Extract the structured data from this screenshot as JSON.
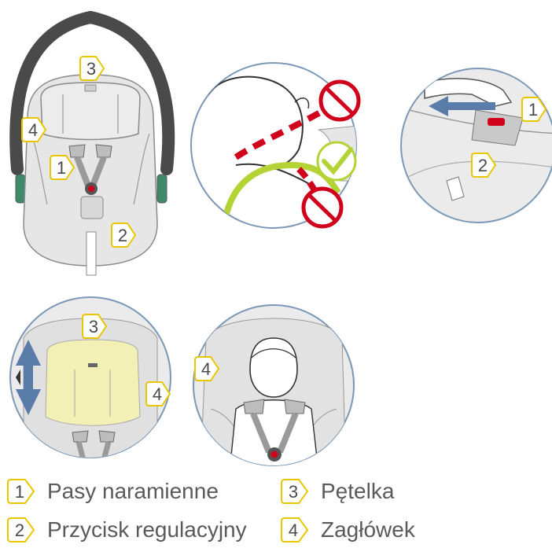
{
  "colors": {
    "outline": "#8a8a8a",
    "seat_fill": "#e6e6e6",
    "handle": "#4a4a4a",
    "badge_fill": "#ffffff",
    "badge_stroke": "#e9c700",
    "circle_stroke": "#7c98b8",
    "red": "#d0021b",
    "green": "#b4d334",
    "arrow_blue": "#5a7ca8",
    "headrest_yellow": "#f2f0b4"
  },
  "figure1": {
    "badges": [
      "3",
      "4",
      "1",
      "2"
    ]
  },
  "figure2": {
    "icons": [
      "prohibited-icon",
      "prohibited-icon",
      "check-icon"
    ]
  },
  "figure3": {
    "badges": [
      "1",
      "2"
    ]
  },
  "figure4": {
    "badges": [
      "3",
      "4"
    ]
  },
  "figure5": {
    "badges": [
      "4"
    ]
  },
  "legend": [
    {
      "number": "1",
      "label": "Pasy naramienne"
    },
    {
      "number": "2",
      "label": "Przycisk regulacyjny"
    },
    {
      "number": "3",
      "label": "Pętelka"
    },
    {
      "number": "4",
      "label": "Zagłówek"
    }
  ]
}
